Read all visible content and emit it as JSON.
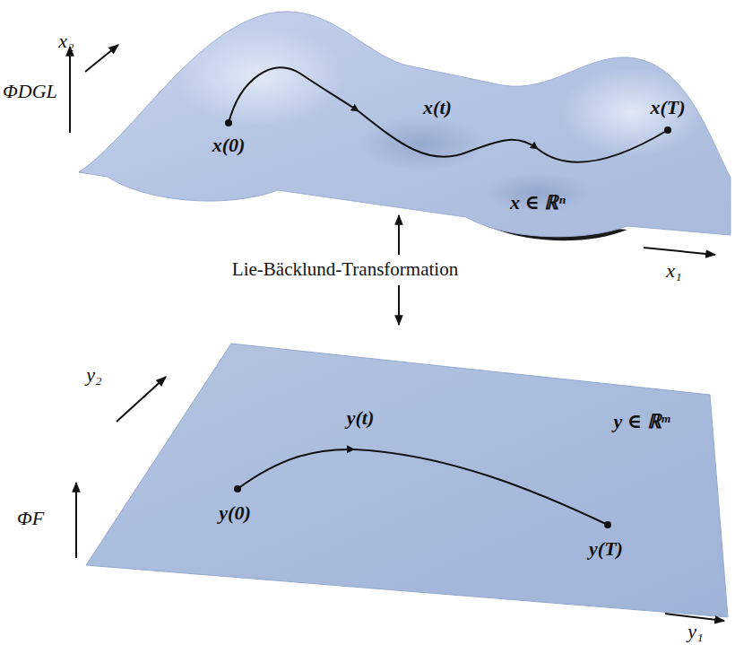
{
  "diagram": {
    "labels": [
      "ΦDGL",
      "x₂",
      "x(0)",
      "x(t)",
      "x(T)",
      "x ∈ ℝⁿ",
      "x₁",
      "Lie-Bäcklund-Transformation",
      "y₂",
      "y(t)",
      "y ∈ ℝᵐ",
      "ΦF",
      "y(0)",
      "y(T)",
      "y₁"
    ]
  }
}
